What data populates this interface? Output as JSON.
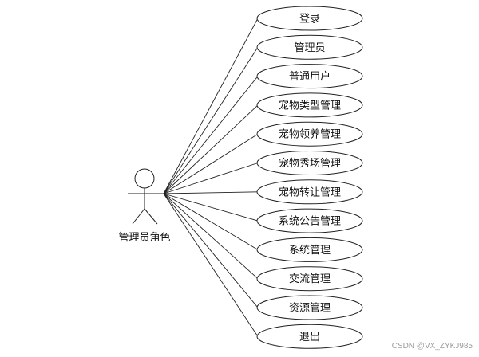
{
  "actor": {
    "label": "管理员角色"
  },
  "use_cases": [
    {
      "label": "登录"
    },
    {
      "label": "管理员"
    },
    {
      "label": "普通用户"
    },
    {
      "label": "宠物类型管理"
    },
    {
      "label": "宠物领养管理"
    },
    {
      "label": "宠物秀场管理"
    },
    {
      "label": "宠物转让管理"
    },
    {
      "label": "系统公告管理"
    },
    {
      "label": "系统管理"
    },
    {
      "label": "交流管理"
    },
    {
      "label": "资源管理"
    },
    {
      "label": "退出"
    }
  ],
  "watermark": "CSDN @VX_ZYKJ985",
  "colors": {
    "stroke": "#222222",
    "ellipse_fill": "#ffffff",
    "background": "#ffffff"
  }
}
